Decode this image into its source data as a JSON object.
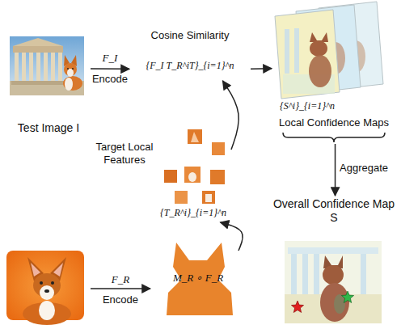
{
  "diagram": {
    "nodes": [
      {
        "text": [
          "Test Image I"
        ]
      },
      {
        "text": [
          "Cosine Similarity",
          "{F_I T_R^iT}_{i=1}^n"
        ]
      },
      {
        "text": [
          "{S^i}_{i=1}^n",
          "Local Confidence Maps"
        ]
      },
      {
        "text": [
          "Overall Confidence Map S"
        ]
      },
      {
        "text": [
          "Target Local Features",
          "{T_R^i}_{i=1}^n"
        ]
      },
      {
        "text": [
          "M_R ∘ F_R"
        ]
      }
    ],
    "edges": [
      {
        "from": 0,
        "to": 1,
        "arrow": "to",
        "label": "Encode"
      },
      {
        "from": 1,
        "to": 2,
        "arrow": "to"
      },
      {
        "from": 2,
        "to": 3,
        "arrow": "to",
        "label": "Aggregate"
      },
      {
        "from": 4,
        "to": 1,
        "arrow": "to"
      },
      {
        "from": 5,
        "to": 4,
        "arrow": "to"
      }
    ],
    "labels": [
      "F_I",
      "F_R",
      "Encode"
    ]
  }
}
